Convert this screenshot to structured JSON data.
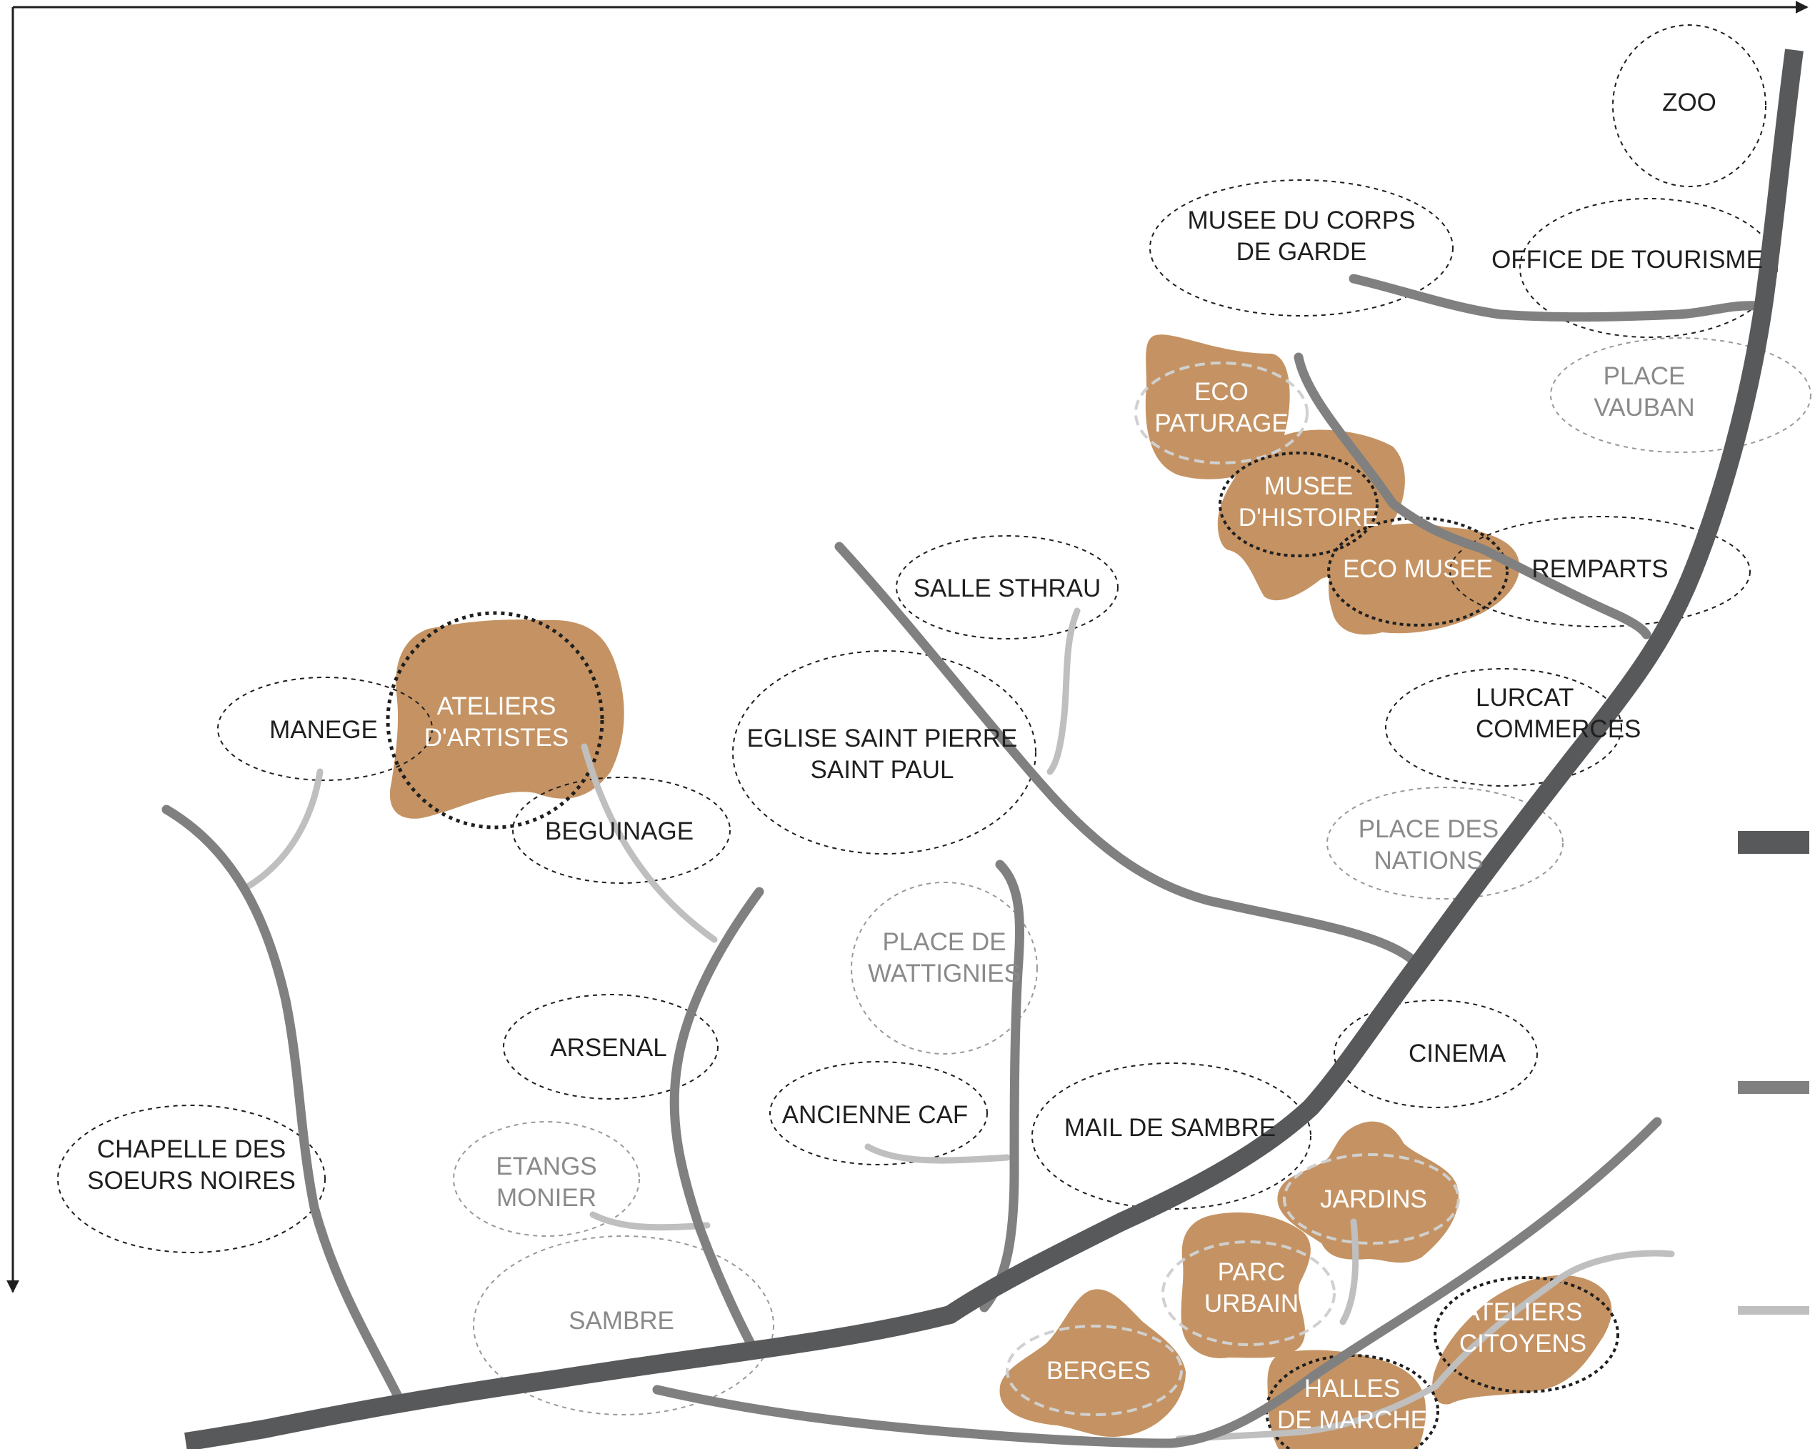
{
  "places": {
    "zoo": [
      "ZOO"
    ],
    "musee_corps_garde": [
      "MUSEE DU CORPS",
      "DE GARDE"
    ],
    "office_tourisme": [
      "OFFICE DE TOURISME"
    ],
    "place_vauban": [
      "PLACE",
      "VAUBAN"
    ],
    "eco_paturage": [
      "ECO",
      "PATURAGE"
    ],
    "musee_histoire": [
      "MUSEE",
      "D'HISTOIRE"
    ],
    "eco_musee": [
      "ECO MUSEE"
    ],
    "remparts": [
      "REMPARTS"
    ],
    "salle_sthrau": [
      "SALLE STHRAU"
    ],
    "lurcat_commerces": [
      "LURCAT",
      "COMMERCES"
    ],
    "place_nations": [
      "PLACE DES",
      "NATIONS"
    ],
    "ateliers_artistes": [
      "ATELIERS",
      "D'ARTISTES"
    ],
    "manege": [
      "MANEGE"
    ],
    "beguinage": [
      "BEGUINAGE"
    ],
    "eglise": [
      "EGLISE SAINT PIERRE",
      "SAINT PAUL"
    ],
    "place_wattignies": [
      "PLACE DE",
      "WATTIGNIES"
    ],
    "arsenal": [
      "ARSENAL"
    ],
    "cinema": [
      "CINEMA"
    ],
    "ancienne_caf": [
      "ANCIENNE CAF"
    ],
    "mail_sambre": [
      "MAIL DE SAMBRE"
    ],
    "chapelle": [
      "CHAPELLE DES",
      "SOEURS NOIRES"
    ],
    "etangs_monier": [
      "ETANGS",
      "MONIER"
    ],
    "jardins": [
      "JARDINS"
    ],
    "parc_urbain": [
      "PARC",
      "URBAIN"
    ],
    "sambre": [
      "SAMBRE"
    ],
    "ateliers_citoyens": [
      "ATELIERS",
      "CITOYENS"
    ],
    "berges": [
      "BERGES"
    ],
    "halles_marche": [
      "HALLES",
      "DE MARCHE"
    ]
  },
  "colors": {
    "primary_route": "#58595b",
    "secondary_route": "#808080",
    "tertiary_route": "#bfbfbf",
    "project_blob": "#c59363",
    "label_dark": "#1f1f1f",
    "label_grey": "#8a8a8a"
  }
}
